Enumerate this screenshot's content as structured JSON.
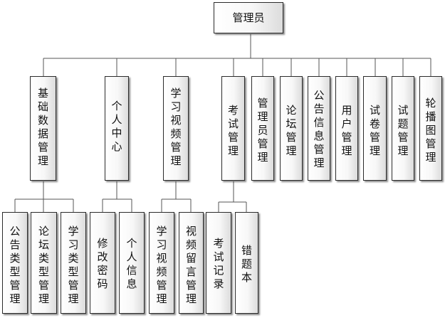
{
  "root": {
    "label": "管理员"
  },
  "level1": [
    {
      "label": "基础数据管理"
    },
    {
      "label": "个人中心"
    },
    {
      "label": "学习视频管理"
    },
    {
      "label": "考试管理"
    },
    {
      "label": "管理员管理"
    },
    {
      "label": "论坛管理"
    },
    {
      "label": "公告信息管理"
    },
    {
      "label": "用户管理"
    },
    {
      "label": "试卷管理"
    },
    {
      "label": "试题管理"
    },
    {
      "label": "轮播图管理"
    }
  ],
  "level2": [
    {
      "label": "公告类型管理"
    },
    {
      "label": "论坛类型管理"
    },
    {
      "label": "学习类型管理"
    },
    {
      "label": "修改密码"
    },
    {
      "label": "个人信息"
    },
    {
      "label": "学习视频管理"
    },
    {
      "label": "视频留言管理"
    },
    {
      "label": "考试记录"
    },
    {
      "label": "错题本"
    }
  ]
}
